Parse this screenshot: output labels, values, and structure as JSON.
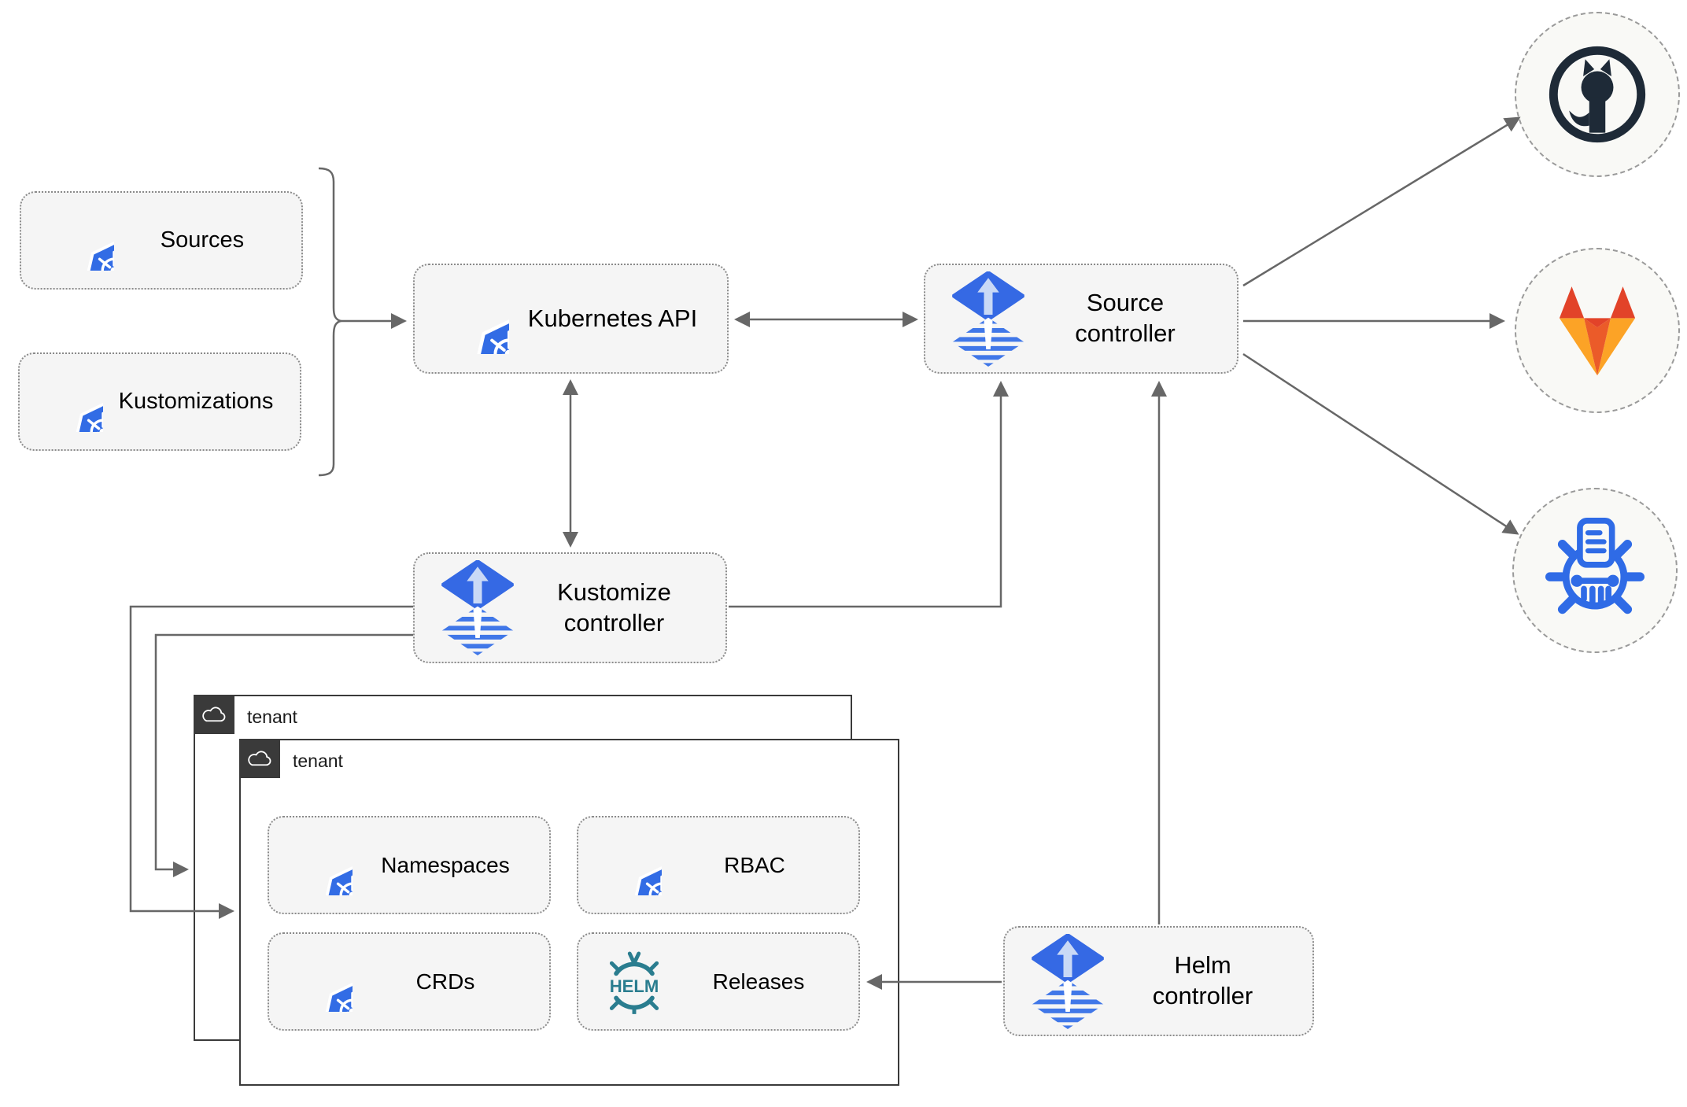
{
  "nodes": {
    "sources": {
      "label": "Sources",
      "icon": "kubernetes-icon"
    },
    "kustomizations": {
      "label": "Kustomizations",
      "icon": "kubernetes-icon"
    },
    "kubernetes_api": {
      "label": "Kubernetes API",
      "icon": "kubernetes-icon"
    },
    "source_controller": {
      "label": "Source controller",
      "icon": "flux-icon"
    },
    "kustomize_controller": {
      "label": "Kustomize controller",
      "icon": "flux-icon"
    },
    "helm_controller": {
      "label": "Helm controller",
      "icon": "flux-icon"
    },
    "namespaces": {
      "label": "Namespaces",
      "icon": "kubernetes-icon"
    },
    "rbac": {
      "label": "RBAC",
      "icon": "kubernetes-icon"
    },
    "crds": {
      "label": "CRDs",
      "icon": "kubernetes-icon"
    },
    "releases": {
      "label": "Releases",
      "icon": "helm-icon"
    }
  },
  "groups": {
    "tenant_back": {
      "label": "tenant",
      "icon": "cloud-icon"
    },
    "tenant_front": {
      "label": "tenant",
      "icon": "cloud-icon"
    }
  },
  "external_targets": {
    "github": {
      "icon": "github-icon"
    },
    "gitlab": {
      "icon": "gitlab-icon"
    },
    "harbor": {
      "icon": "harbor-registry-icon"
    }
  },
  "helm_logo_text": "HELM",
  "colors": {
    "kubernetes_blue": "#326ce5",
    "flux_blue": "#3569e4",
    "flux_stripe_blue": "#4077e8",
    "flux_light_arrow": "#c9d9f6",
    "helm_teal": "#2a7d8f",
    "github_dark": "#1e2a37",
    "gitlab_red_orange": "#e24329",
    "gitlab_orange": "#eb5b29",
    "gitlab_light_orange": "#fca326",
    "harbor_blue": "#2f6be6",
    "connector_gray": "#676767",
    "node_fill": "#f5f5f5",
    "tenant_tab_dark": "#3a3a3a"
  }
}
